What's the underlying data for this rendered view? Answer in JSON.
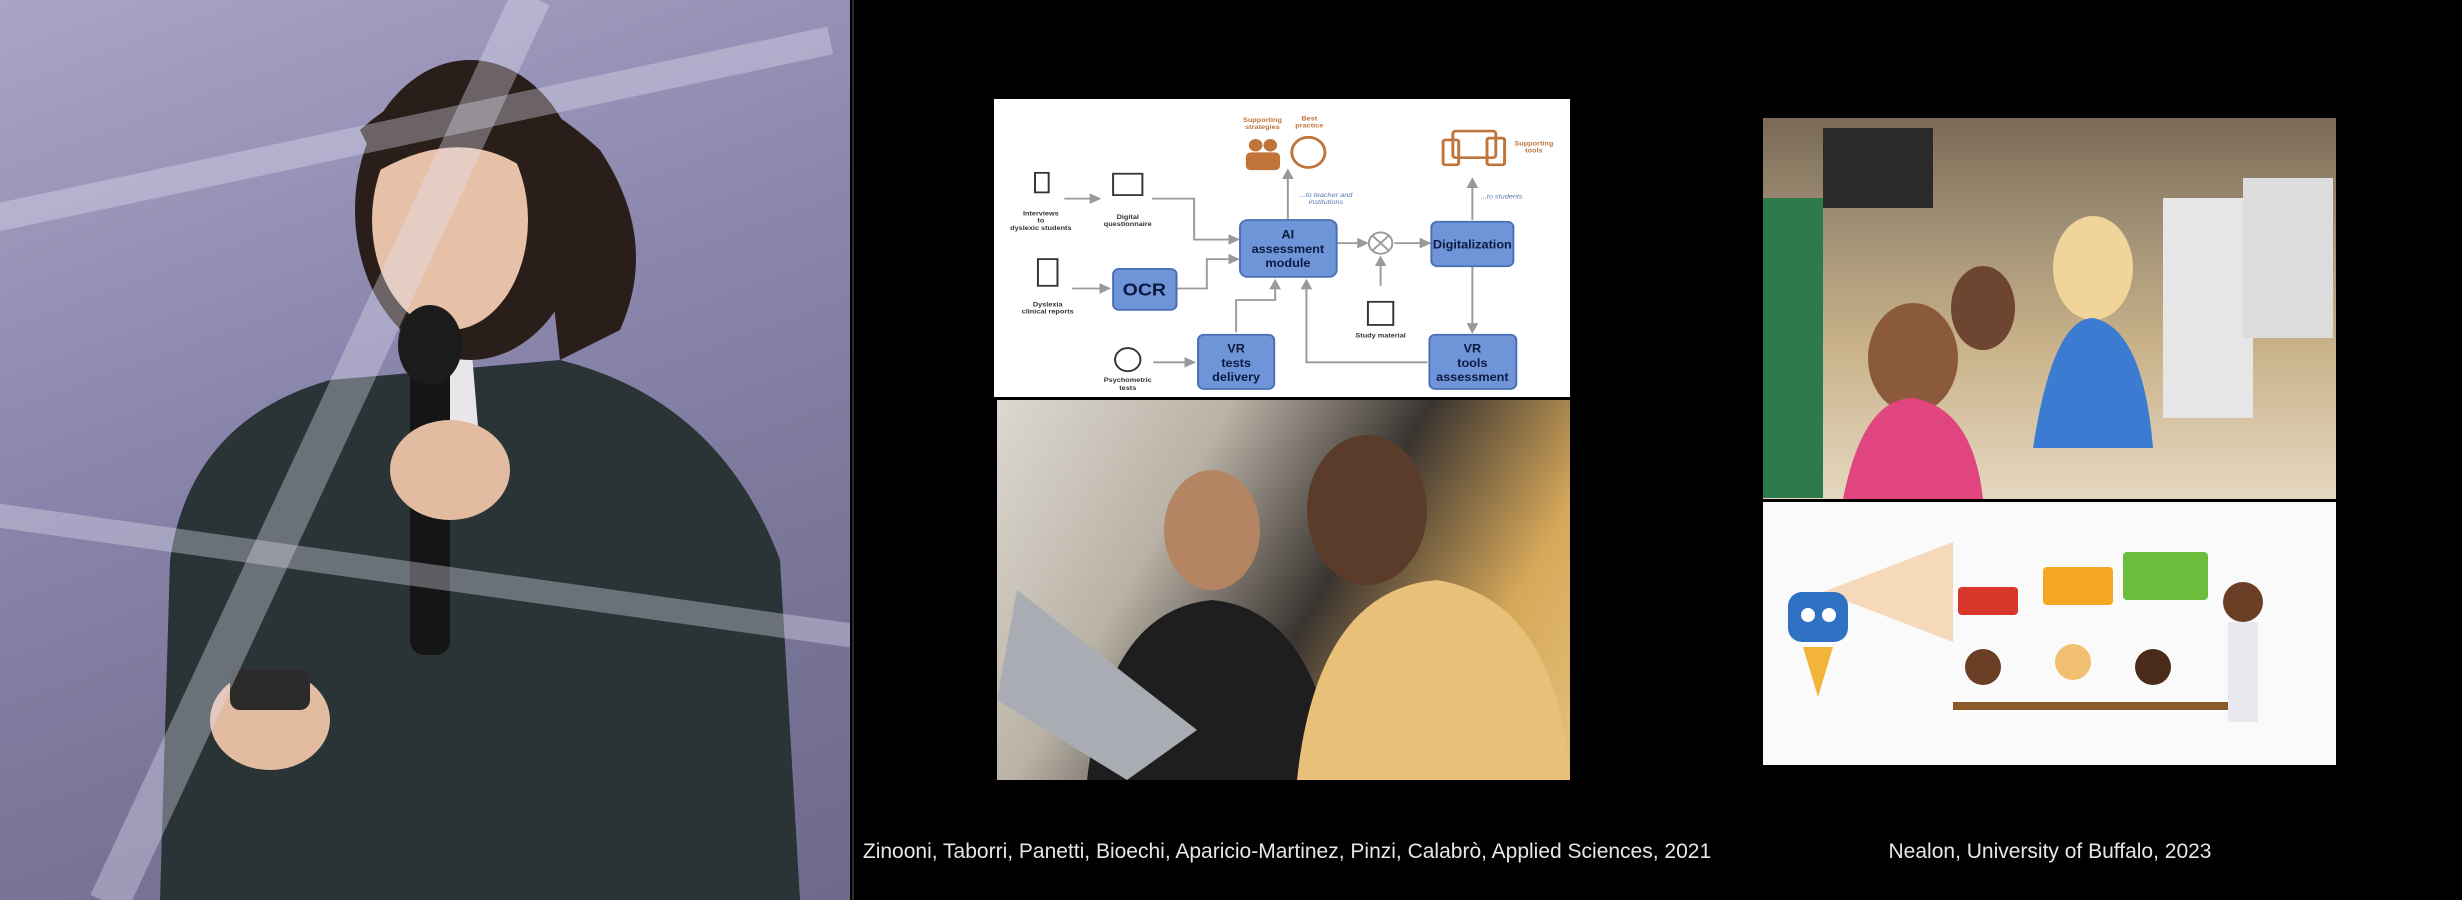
{
  "diagram": {
    "nodes": {
      "ai": [
        "AI",
        "assessment",
        "module"
      ],
      "ocr": "OCR",
      "vr_tests": [
        "VR",
        "tests",
        "delivery"
      ],
      "digitalization": "Digitalization",
      "vr_tools": [
        "VR",
        "tools",
        "assessment"
      ]
    },
    "labels": {
      "interviews": [
        "Interviews",
        "to",
        "dyslexic students"
      ],
      "questionnaire": [
        "Digital",
        "questionnaire"
      ],
      "clinical": [
        "Dyslexia",
        "clinical reports"
      ],
      "psychometric": [
        "Psychometric",
        "tests"
      ],
      "strategies": [
        "Supporting",
        "strategies"
      ],
      "best_practice": [
        "Best",
        "practice"
      ],
      "to_teacher": [
        "...to teacher and",
        "institutions"
      ],
      "study_material": "Study material",
      "supporting_tools": [
        "Supporting",
        "tools"
      ],
      "to_students": "...to students"
    },
    "colors": {
      "node": "#6f94d8",
      "accent": "#c0743a"
    }
  },
  "captions": {
    "left": "Zinooni, Taborri, Panetti, Bioechi, Aparicio-Martinez, Pinzi, Calabrò, Applied Sciences, 2021",
    "right": "Nealon, University of Buffalo, 2023"
  }
}
